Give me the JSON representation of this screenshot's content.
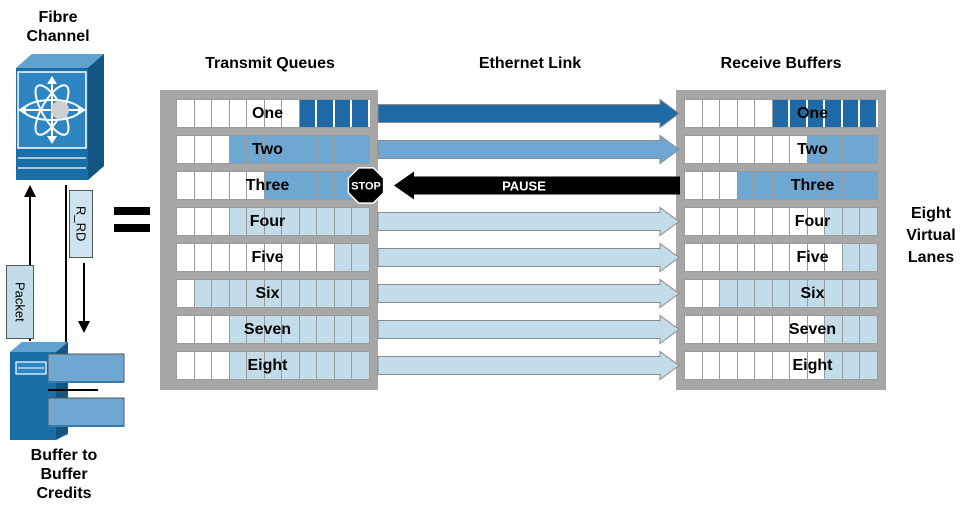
{
  "left": {
    "top_label_1": "Fibre",
    "top_label_2": "Channel",
    "r_rdy_label": "R_RD",
    "packet_label": "Packet",
    "bottom_label_1": "Buffer to",
    "bottom_label_2": "Buffer",
    "bottom_label_3": "Credits",
    "equals": "="
  },
  "headers": {
    "transmit": "Transmit Queues",
    "link": "Ethernet Link",
    "receive": "Receive Buffers"
  },
  "right_label": {
    "line1": "Eight",
    "line2": "Virtual",
    "line3": "Lanes"
  },
  "pause_label": "PAUSE",
  "stop_label": "STOP",
  "colors": {
    "dark": "#1f6aa6",
    "medium": "#6ea7d2",
    "light": "#c3dcea",
    "panel": "#a6a6a6"
  },
  "lanes": [
    {
      "name": "One",
      "tx_fill": 4,
      "tx_level": "dark",
      "rx_fill": 6,
      "rx_level": "dark",
      "link": "transmit",
      "arrow_level": "dark"
    },
    {
      "name": "Two",
      "tx_fill": 8,
      "tx_level": "medium",
      "rx_fill": 4,
      "rx_level": "medium",
      "link": "transmit",
      "arrow_level": "medium"
    },
    {
      "name": "Three",
      "tx_fill": 6,
      "tx_level": "medium",
      "rx_fill": 8,
      "rx_level": "medium",
      "link": "pause",
      "arrow_level": "none"
    },
    {
      "name": "Four",
      "tx_fill": 8,
      "tx_level": "light",
      "rx_fill": 3,
      "rx_level": "light",
      "link": "transmit",
      "arrow_level": "light"
    },
    {
      "name": "Five",
      "tx_fill": 2,
      "tx_level": "light",
      "rx_fill": 2,
      "rx_level": "light",
      "link": "transmit",
      "arrow_level": "light"
    },
    {
      "name": "Six",
      "tx_fill": 10,
      "tx_level": "light",
      "rx_fill": 9,
      "rx_level": "light",
      "link": "transmit",
      "arrow_level": "light"
    },
    {
      "name": "Seven",
      "tx_fill": 8,
      "tx_level": "light",
      "rx_fill": 3,
      "rx_level": "light",
      "link": "transmit",
      "arrow_level": "light"
    },
    {
      "name": "Eight",
      "tx_fill": 8,
      "tx_level": "light",
      "rx_fill": 3,
      "rx_level": "light",
      "link": "transmit",
      "arrow_level": "light"
    }
  ]
}
